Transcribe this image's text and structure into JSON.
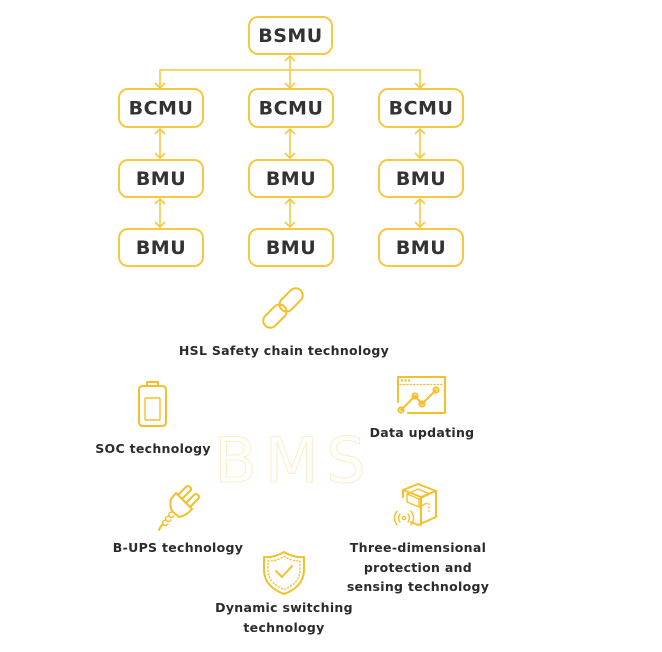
{
  "diagram": {
    "title_watermark": "BMS",
    "colors": {
      "accent": "#f6c840",
      "icon": "#f4bf2a",
      "watermark": "#fbeec4",
      "text": "#2e2e2e",
      "background": "#ffffff"
    },
    "hierarchy": {
      "root": {
        "id": "bsmu",
        "label": "BSMU"
      },
      "columns": [
        {
          "id": "col-left",
          "nodes": [
            {
              "id": "bcmu-left",
              "label": "BCMU"
            },
            {
              "id": "bmu-left-1",
              "label": "BMU"
            },
            {
              "id": "bmu-left-2",
              "label": "BMU"
            }
          ]
        },
        {
          "id": "col-center",
          "nodes": [
            {
              "id": "bcmu-center",
              "label": "BCMU"
            },
            {
              "id": "bmu-center-1",
              "label": "BMU"
            },
            {
              "id": "bmu-center-2",
              "label": "BMU"
            }
          ]
        },
        {
          "id": "col-right",
          "nodes": [
            {
              "id": "bcmu-right",
              "label": "BCMU"
            },
            {
              "id": "bmu-right-1",
              "label": "BMU"
            },
            {
              "id": "bmu-right-2",
              "label": "BMU"
            }
          ]
        }
      ],
      "edges": [
        {
          "from": "bsmu",
          "to": "bcmu-left",
          "type": "one-way"
        },
        {
          "from": "bsmu",
          "to": "bcmu-center",
          "type": "bidirectional"
        },
        {
          "from": "bsmu",
          "to": "bcmu-right",
          "type": "one-way"
        },
        {
          "from": "bcmu-left",
          "to": "bmu-left-1",
          "type": "bidirectional"
        },
        {
          "from": "bmu-left-1",
          "to": "bmu-left-2",
          "type": "bidirectional"
        },
        {
          "from": "bcmu-center",
          "to": "bmu-center-1",
          "type": "bidirectional"
        },
        {
          "from": "bmu-center-1",
          "to": "bmu-center-2",
          "type": "bidirectional"
        },
        {
          "from": "bcmu-right",
          "to": "bmu-right-1",
          "type": "bidirectional"
        },
        {
          "from": "bmu-right-1",
          "to": "bmu-right-2",
          "type": "bidirectional"
        }
      ]
    },
    "features": [
      {
        "id": "hsl-safety-chain",
        "icon": "chain-link-icon",
        "lines": [
          "HSL Safety chain technology"
        ]
      },
      {
        "id": "soc",
        "icon": "battery-icon",
        "lines": [
          "SOC technology"
        ]
      },
      {
        "id": "data-updating",
        "icon": "line-chart-window-icon",
        "lines": [
          "Data updating"
        ]
      },
      {
        "id": "b-ups",
        "icon": "power-plug-icon",
        "lines": [
          "B-UPS technology"
        ]
      },
      {
        "id": "three-dimensional",
        "icon": "cube-sensor-icon",
        "lines": [
          "Three-dimensional",
          "protection and",
          "sensing technology"
        ]
      },
      {
        "id": "dynamic-switching",
        "icon": "shield-check-icon",
        "lines": [
          "Dynamic switching",
          "technology"
        ]
      }
    ]
  }
}
